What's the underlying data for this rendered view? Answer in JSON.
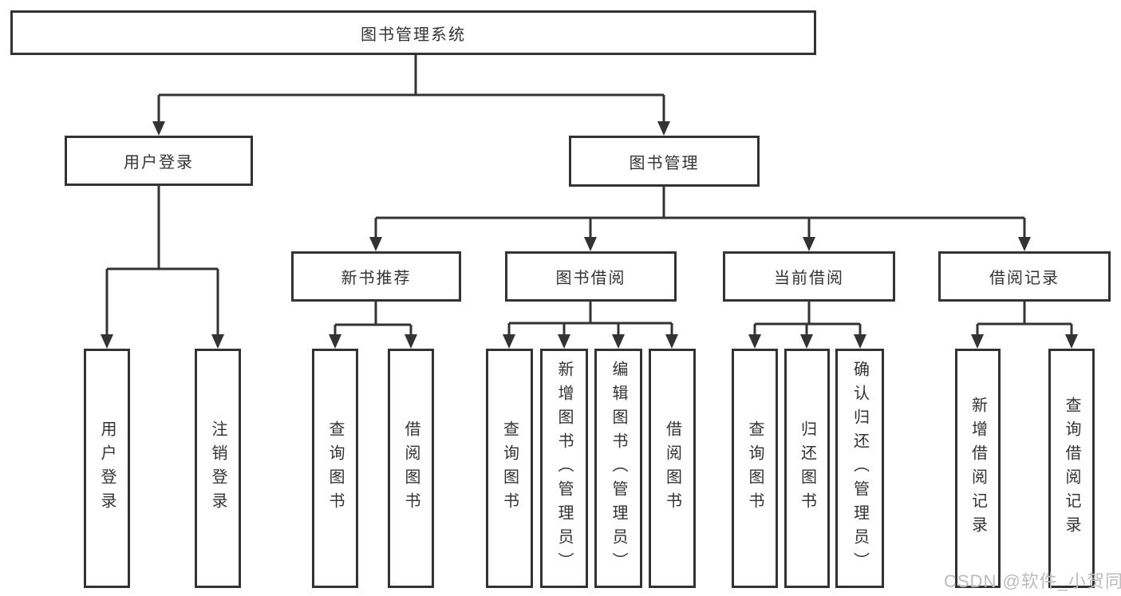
{
  "title": "图书管理系统",
  "colors": {
    "line": "#333333",
    "box_border": "#333333",
    "text": "#333333",
    "background": "#ffffff",
    "watermark": "#bcbcbc"
  },
  "watermark": "CSDN @软件_小贺同学",
  "tree": {
    "root": "图书管理系统",
    "level2": [
      "用户登录",
      "图书管理"
    ],
    "level3": [
      "新书推荐",
      "图书借阅",
      "当前借阅",
      "借阅记录"
    ],
    "leaves": {
      "user_login": [
        "用户登录",
        "注销登录"
      ],
      "new_book": [
        "查询图书",
        "借阅图书"
      ],
      "book_borrow": [
        "查询图书",
        "新增图书（管理员）",
        "编辑图书（管理员）",
        "借阅图书"
      ],
      "current_borrow": [
        "查询图书",
        "归还图书",
        "确认归还（管理员）"
      ],
      "borrow_record": [
        "新增借阅记录",
        "查询借阅记录"
      ]
    }
  }
}
